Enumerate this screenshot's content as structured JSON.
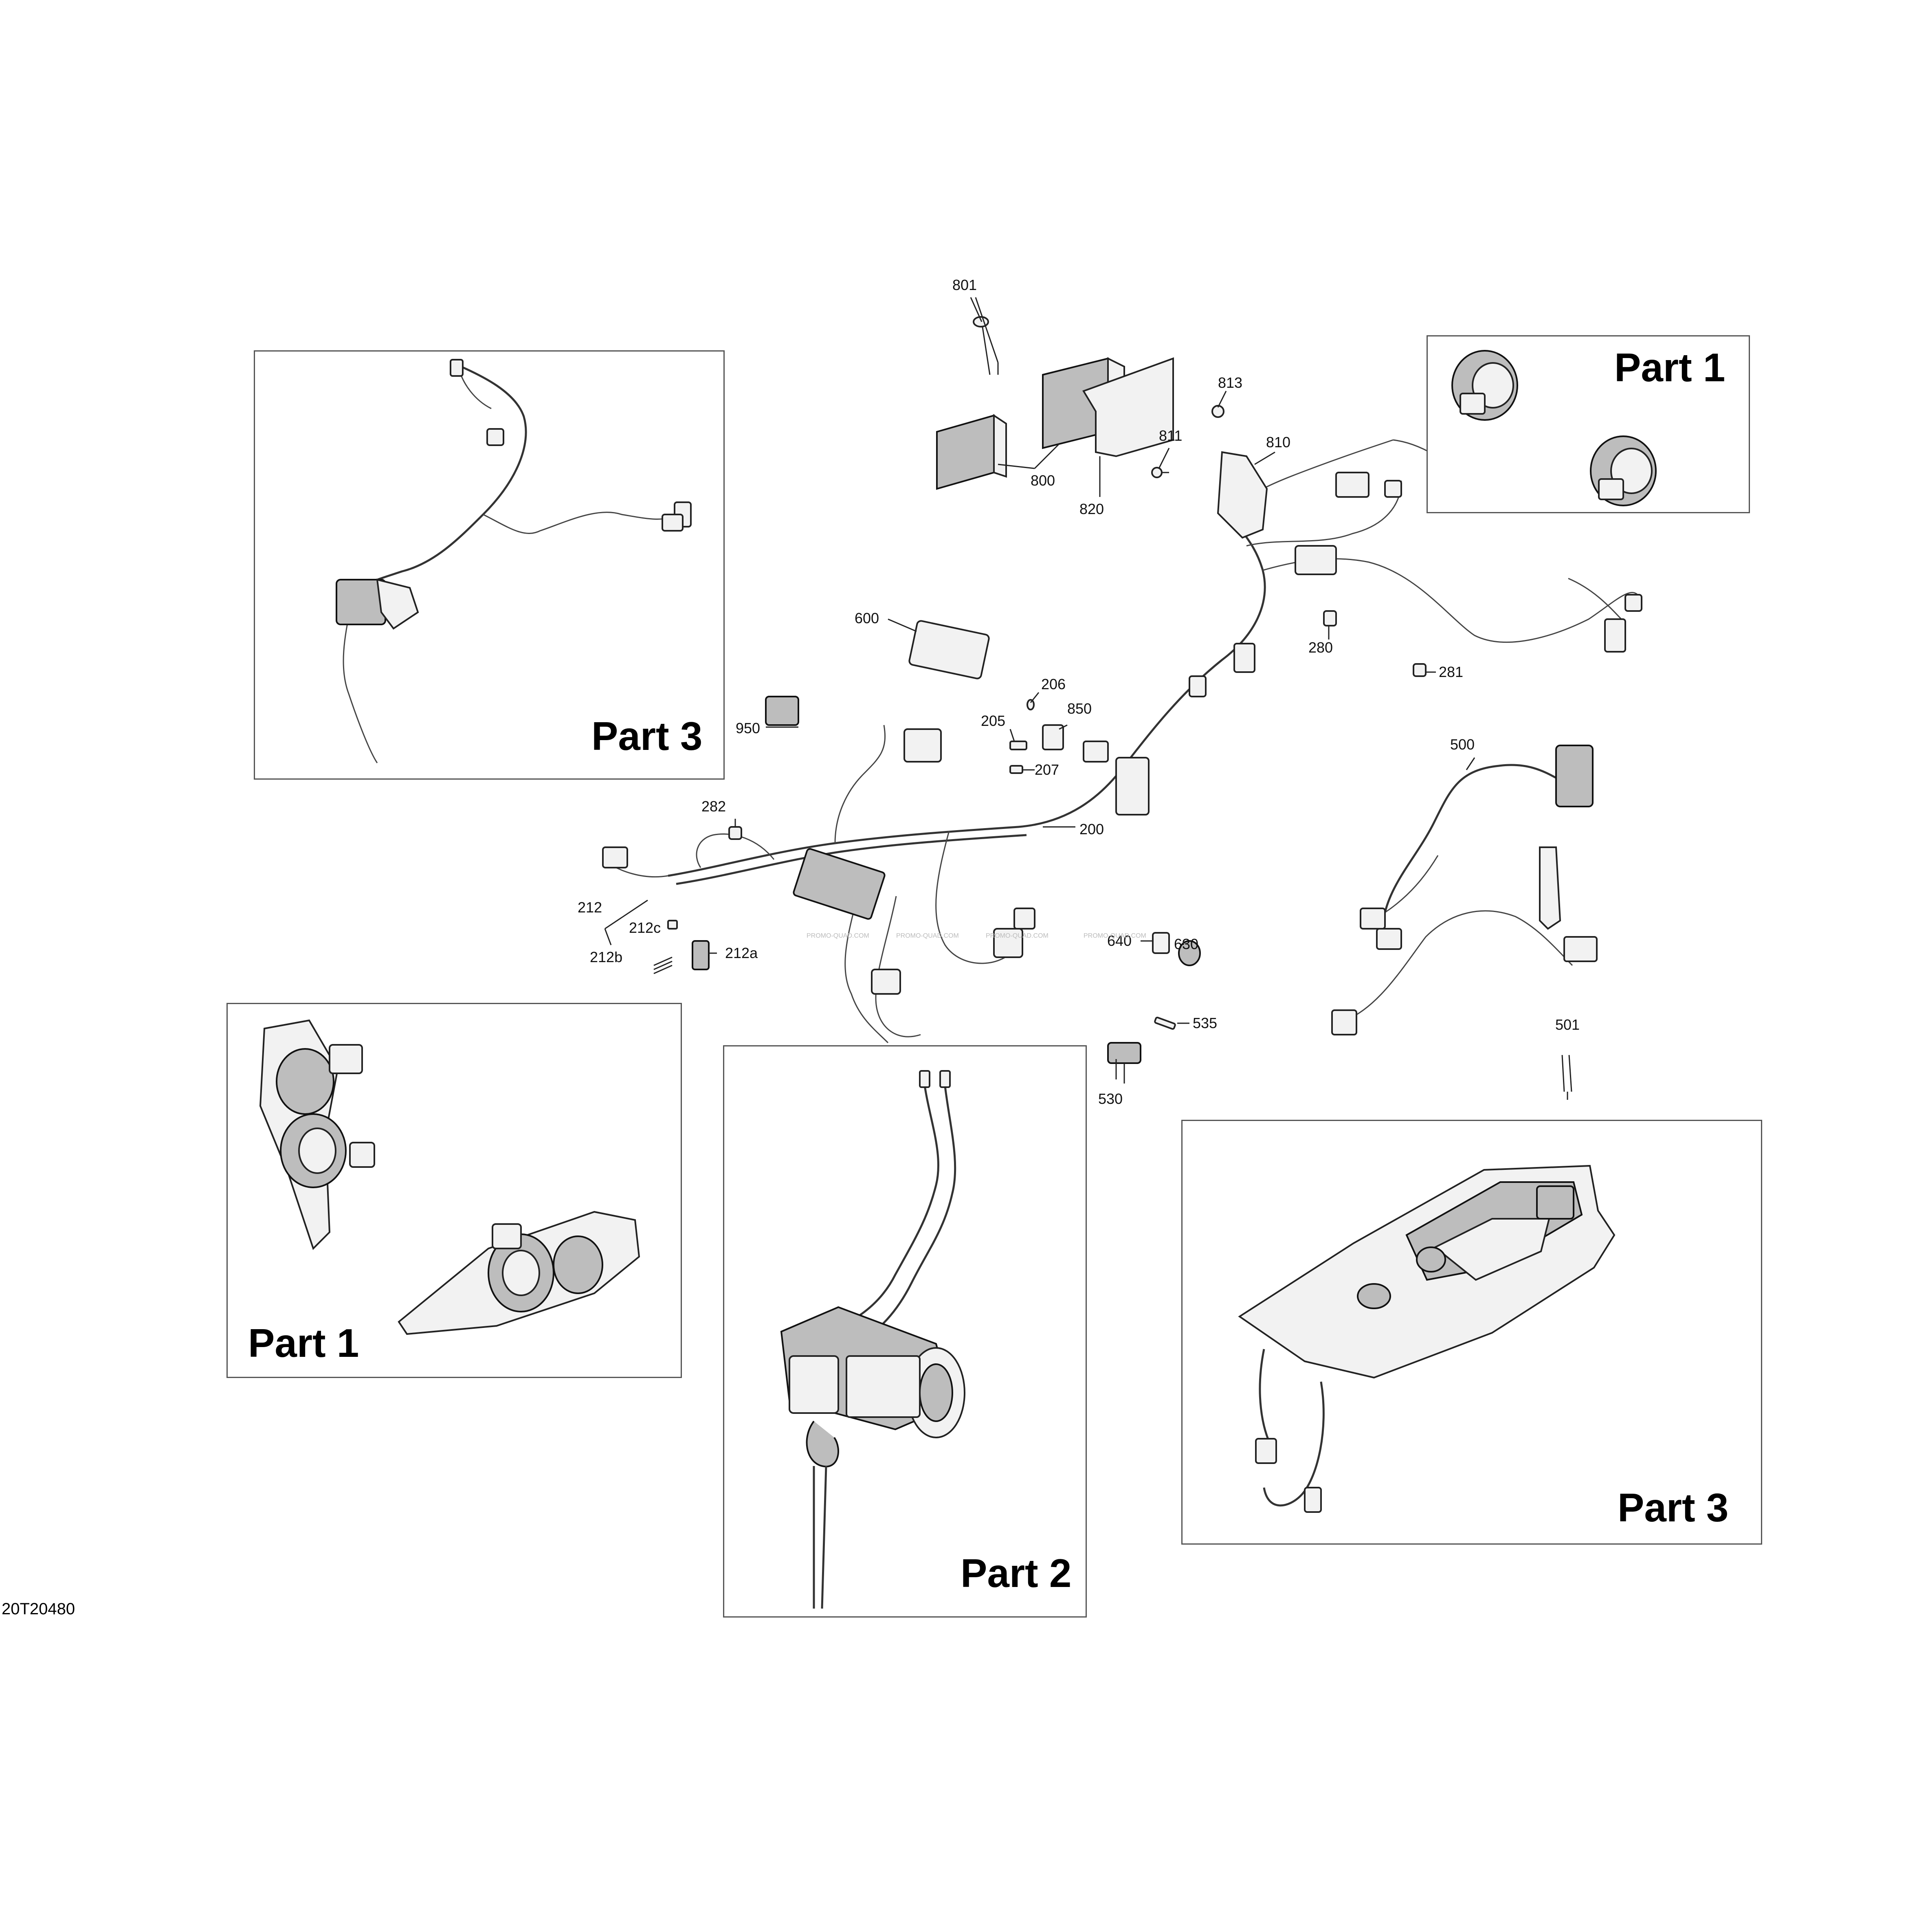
{
  "drawing_id": "20T20480",
  "insets": [
    {
      "id": "inset-tl",
      "title": "Part 3"
    },
    {
      "id": "inset-tr",
      "title": "Part 1"
    },
    {
      "id": "inset-bl",
      "title": "Part 1"
    },
    {
      "id": "inset-bc",
      "title": "Part 2"
    },
    {
      "id": "inset-br",
      "title": "Part 3"
    }
  ],
  "callouts": {
    "c801": "801",
    "c800": "800",
    "c820": "820",
    "c813": "813",
    "c811": "811",
    "c810": "810",
    "c600": "600",
    "c950": "950",
    "c206": "206",
    "c205": "205",
    "c850": "850",
    "c207": "207",
    "c280": "280",
    "c281": "281",
    "c500": "500",
    "c282": "282",
    "c200": "200",
    "c212": "212",
    "c212c": "212c",
    "c212a": "212a",
    "c212b": "212b",
    "c640": "640",
    "c630": "630",
    "c535": "535",
    "c530": "530",
    "c501": "501"
  },
  "watermark": "PROMO-QUAD.COM"
}
